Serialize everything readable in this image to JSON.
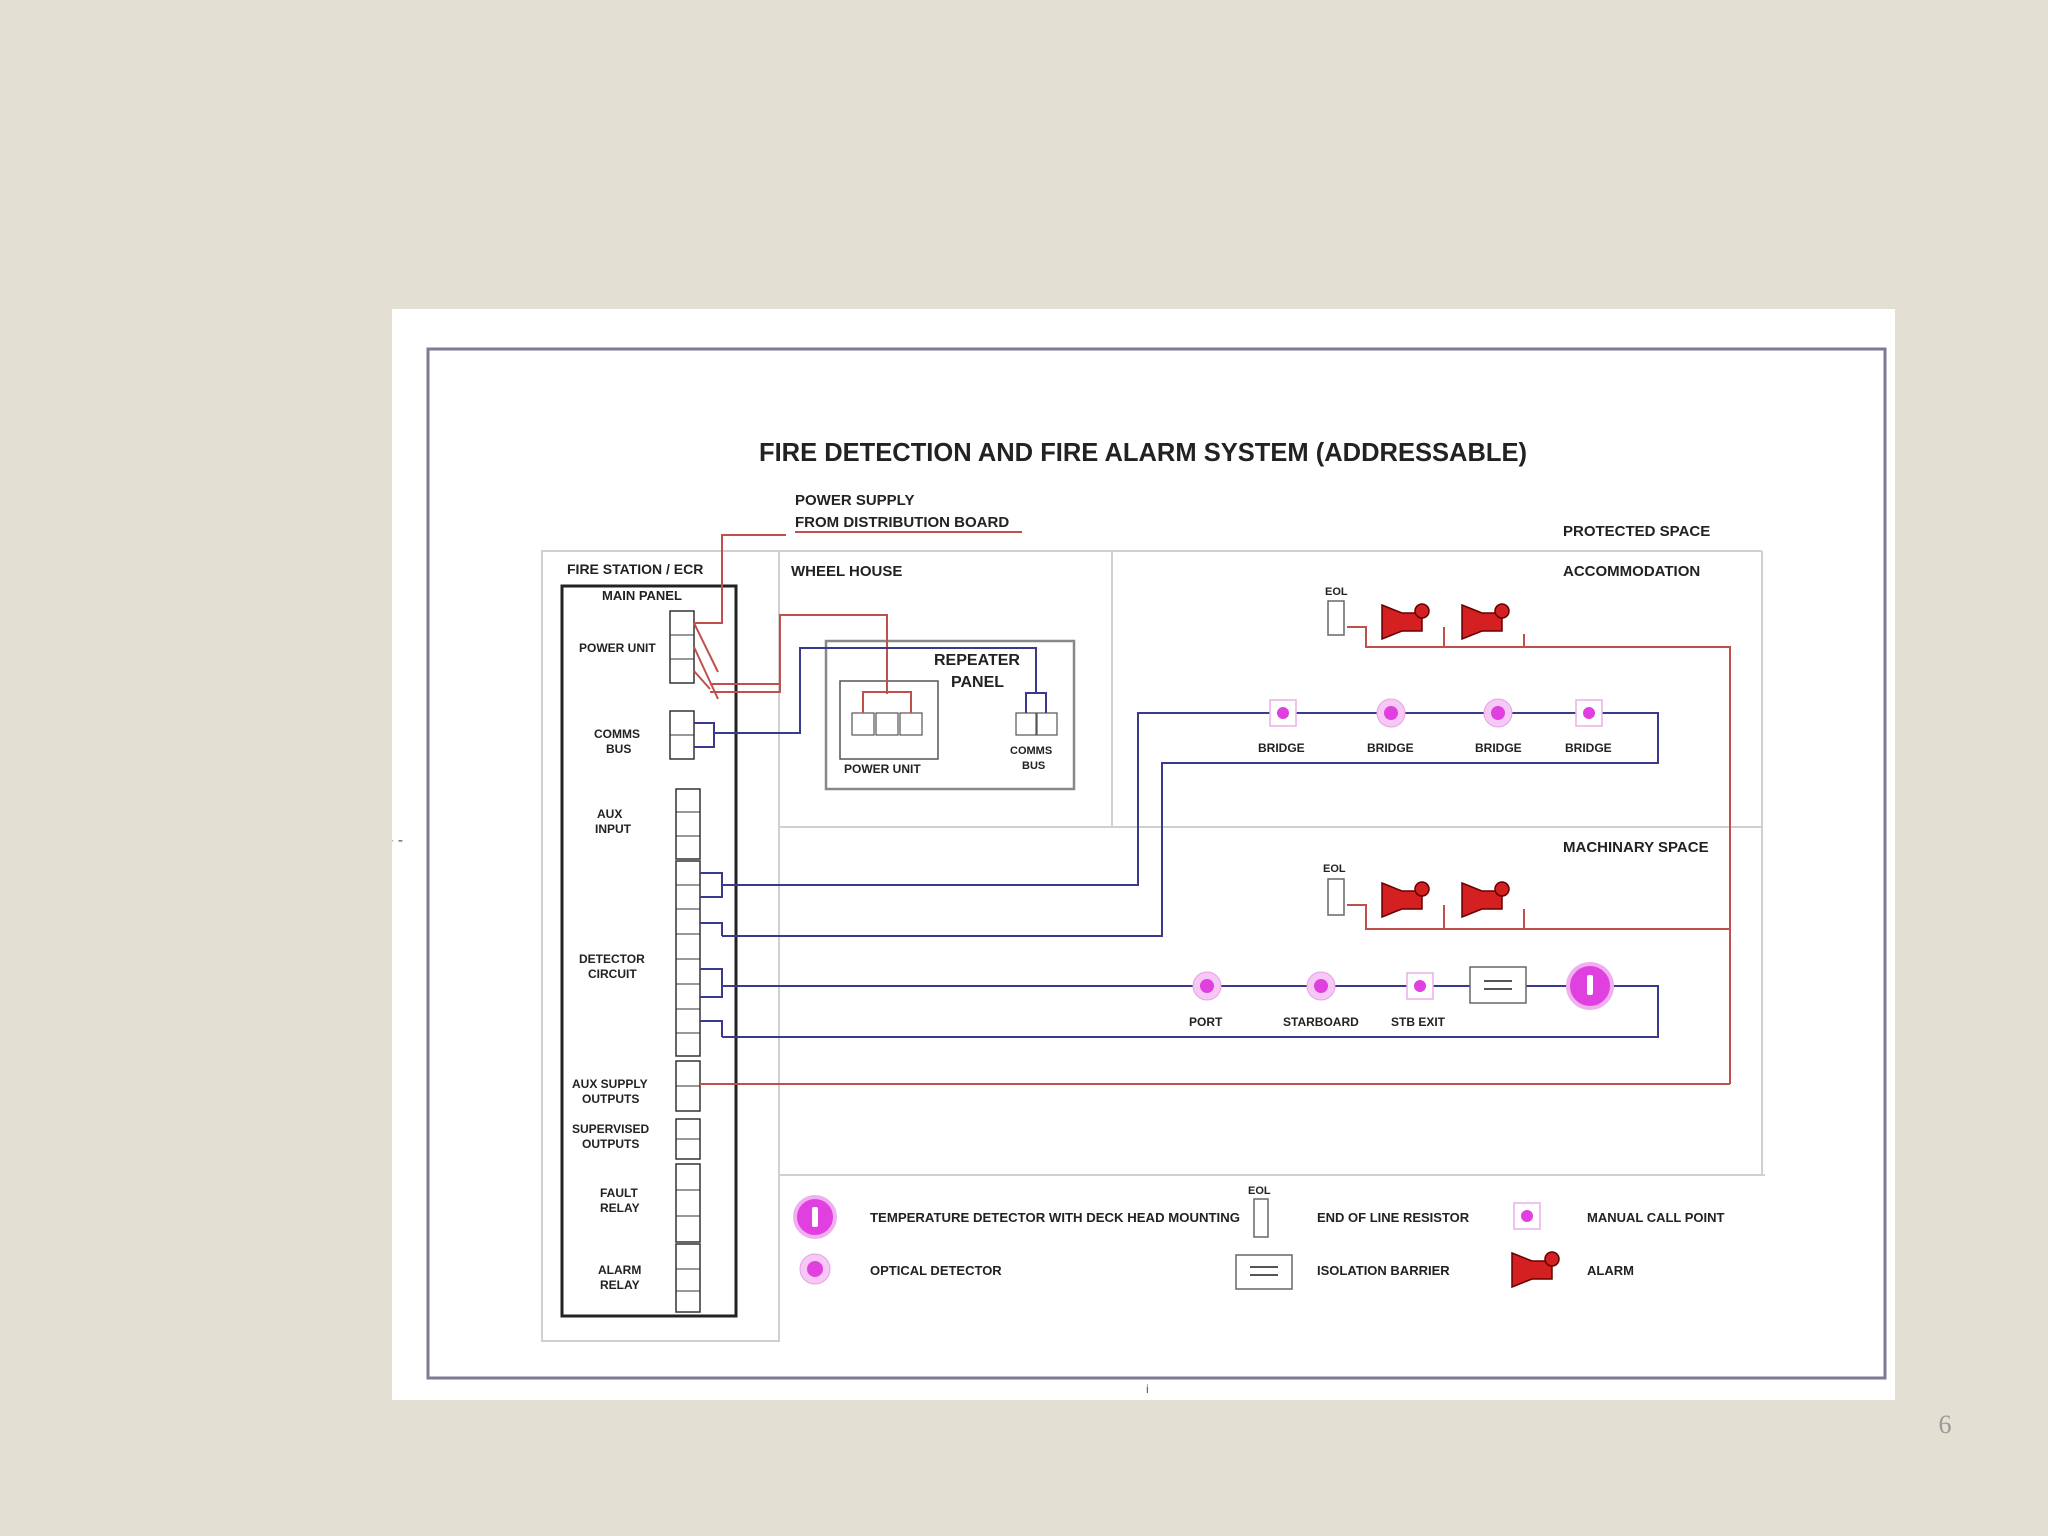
{
  "slide": {
    "page_number": "6"
  },
  "diagram": {
    "title": "FIRE DETECTION AND FIRE ALARM SYSTEM (ADDRESSABLE)",
    "power_supply_label": [
      "POWER SUPPLY",
      "FROM DISTRIBUTION BOARD"
    ],
    "zones": {
      "fire_station": "FIRE STATION / ECR",
      "main_panel": "MAIN PANEL",
      "wheel_house": "WHEEL HOUSE",
      "protected_space": "PROTECTED SPACE",
      "accommodation": "ACCOMMODATION",
      "machinery_space": "MACHINARY SPACE"
    },
    "panel_labels": {
      "power_unit": "POWER UNIT",
      "comms_bus": [
        "COMMS",
        "BUS"
      ],
      "aux_input": [
        "AUX",
        "INPUT"
      ],
      "detector_circuit": [
        "DETECTOR",
        "CIRCUIT"
      ],
      "aux_supply_outputs": [
        "AUX SUPPLY",
        "OUTPUTS"
      ],
      "supervised_outputs": [
        "SUPERVISED",
        "OUTPUTS"
      ],
      "fault_relay": [
        "FAULT",
        "RELAY"
      ],
      "alarm_relay": [
        "ALARM",
        "RELAY"
      ]
    },
    "repeater_panel": {
      "title": [
        "REPEATER",
        "PANEL"
      ],
      "power_unit": "POWER UNIT",
      "comms_bus": [
        "COMMS",
        "BUS"
      ]
    },
    "accommodation_devices": {
      "eol": "EOL",
      "call_points": [
        "BRIDGE",
        "BRIDGE",
        "BRIDGE",
        "BRIDGE"
      ]
    },
    "machinery_devices": {
      "eol": "EOL",
      "detectors": [
        "PORT",
        "STARBOARD",
        "STB EXIT"
      ]
    },
    "legend": {
      "temperature_detector": "TEMPERATURE DETECTOR WITH DECK HEAD MOUNTING",
      "optical_detector": "OPTICAL DETECTOR",
      "eol_resistor": "END OF LINE RESISTOR",
      "eol_tag": "EOL",
      "isolation_barrier": "ISOLATION BARRIER",
      "manual_call_point": "MANUAL CALL POINT",
      "alarm": "ALARM"
    },
    "colors": {
      "detector": "#e040e0",
      "alarm": "#d42020",
      "power_wire": "#c0504d",
      "comms_wire": "#3a3a8c",
      "zone_line": "#cfcfcf"
    }
  }
}
